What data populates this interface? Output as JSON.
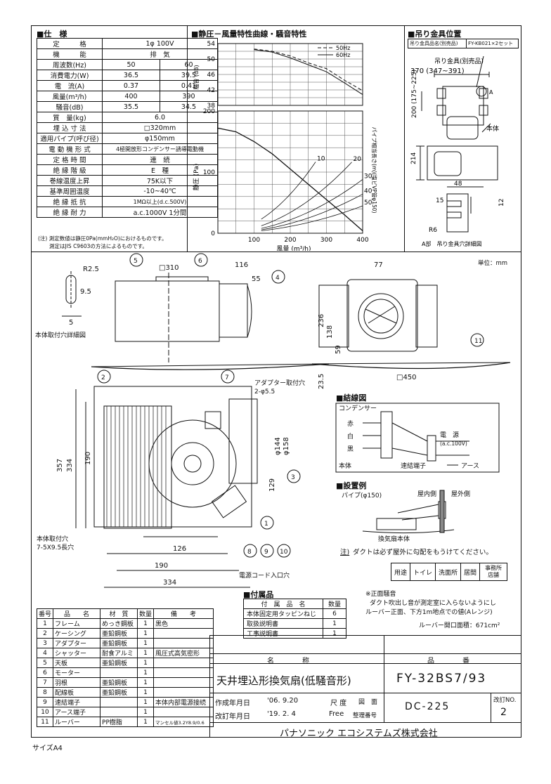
{
  "spec": {
    "title": "■仕　様",
    "rows": [
      {
        "k": "定　　　格",
        "v": "1φ 100V"
      },
      {
        "k": "機　　　能",
        "v": "排　気"
      },
      {
        "k": "周波数(Hz)",
        "a": "50",
        "b": "60"
      },
      {
        "k": "消費電力(W)",
        "a": "36.5",
        "b": "39.5"
      },
      {
        "k": "電　流(A)",
        "a": "0.37",
        "b": "0.41"
      },
      {
        "k": "風量(m³/h)",
        "a": "400",
        "b": "390"
      },
      {
        "k": "騒音(dB)",
        "a": "35.5",
        "b": "34.5"
      },
      {
        "k": "質　量(kg)",
        "v": "6.0"
      },
      {
        "k": "埋 込 寸 法",
        "v": "□320mm"
      },
      {
        "k": "適用パイプ(呼び径)",
        "v": "φ150mm"
      },
      {
        "k": "電 動 機 形 式",
        "v": "4極開放形コンデンサー誘導電動機"
      },
      {
        "k": "定 格 時 間",
        "v": "連　続"
      },
      {
        "k": "絶 縁 階 級",
        "v": "E　種"
      },
      {
        "k": "巻線温度上昇",
        "v": "75K以下"
      },
      {
        "k": "基準周囲温度",
        "v": "-10~40℃"
      },
      {
        "k": "絶 縁 抵 抗",
        "v": "1MΩ以上(d.c.500V)"
      },
      {
        "k": "絶 縁 耐 力",
        "v": "a.c.1000V 1分間"
      }
    ],
    "note1": "(注) 測定数値は静圧0Pa(mmH₂O)におけるものです。",
    "note2": "測定はJIS C9603の方法によるものです。"
  },
  "chart_title": "■静圧－風量特性曲線・騒音特性",
  "chart_data": [
    {
      "type": "line",
      "ylabel": "騒音 (dB)",
      "ylim": [
        38,
        54
      ],
      "yticks": [
        "54",
        "50",
        "46",
        "42",
        "38"
      ],
      "series": [
        {
          "name": "50Hz",
          "x": [
            100,
            150,
            200,
            250,
            300,
            350,
            400
          ],
          "y": [
            52.6,
            52,
            50.8,
            49,
            47.5,
            44.5,
            41.8
          ]
        },
        {
          "name": "60Hz",
          "x": [
            100,
            150,
            200,
            250,
            300,
            350,
            400
          ],
          "y": [
            52.4,
            51.8,
            50.3,
            48.5,
            46.7,
            43.8,
            40.8
          ]
        }
      ],
      "legend": [
        "50Hz",
        "60Hz"
      ]
    },
    {
      "type": "line",
      "ylabel": "静圧 (Pa)",
      "xlabel": "風量 (m³/h)",
      "xlim": [
        0,
        400
      ],
      "ylim": [
        0,
        200
      ],
      "xticks": [
        "100",
        "200",
        "300",
        "400"
      ],
      "yticks": [
        "200",
        "100",
        "0"
      ],
      "y2label": "パイプ相当長さ(m)(塩ビVP管φ150)",
      "series": [
        {
          "name": "fan",
          "x": [
            0,
            50,
            100,
            150,
            200,
            250,
            300,
            350,
            400
          ],
          "y": [
            172,
            166,
            150,
            130,
            105,
            80,
            55,
            30,
            4
          ]
        }
      ],
      "pipe_labels": [
        "50",
        "40",
        "30",
        "20",
        "10"
      ]
    }
  ],
  "hanger": {
    "title": "■吊り金具位置",
    "box_left": "吊り金具品名(別売品)",
    "box_right": "FY-KB021×2セット",
    "label_hanger": "吊り金具(別売品)",
    "dim_w": "370 (347~391)",
    "dim_h": "200 (175~225)",
    "label_a": "A",
    "label_body": "本体",
    "dim_214": "214",
    "dim_48": "48",
    "dim_15": "15",
    "dim_12": "12",
    "dim_r6": "R6",
    "detail": "A部　吊り金具穴詳細図"
  },
  "unit": "単位：mm",
  "drawing": {
    "r25": "R2.5",
    "d95": "9.5",
    "d5": "5",
    "hole_detail": "本体取付穴詳細図",
    "d310": "□310",
    "d116": "116",
    "d55": "55",
    "c1": "1",
    "c2": "2",
    "c3": "3",
    "c4": "4",
    "c5": "5",
    "c6": "6",
    "c7": "7",
    "c8": "8",
    "c9": "9",
    "c10": "10",
    "c11": "11",
    "d77": "77",
    "d236": "236",
    "d138": "138",
    "d59": "59",
    "d450": "□450",
    "d235": "23.5",
    "adapter": "アダプター取付穴",
    "adapter2": "2-φ5.5",
    "d334v": "334",
    "d357v": "357",
    "d190v": "190",
    "d144": "φ144",
    "d158": "φ158",
    "d129": "129",
    "mount": "本体取付穴",
    "mount2": "7-5X9.5長穴",
    "d126": "126",
    "d190": "190",
    "d334": "334",
    "d357": "357",
    "cord": "電源コード入口穴"
  },
  "wiring": {
    "title": "■結線図",
    "cond": "コンデンサー",
    "red": "赤",
    "white": "白",
    "black": "黒",
    "power": "電　源",
    "power2": "(a.c.100V)",
    "body": "本体",
    "term": "速結端子",
    "earth": "アース"
  },
  "install": {
    "title": "■設置例",
    "pipe": "パイプ(φ150)",
    "inside": "屋内側",
    "outside": "屋外側",
    "body": "換気扇本体",
    "note_u": "注)",
    "note": "ダクトは必ず屋外に勾配をもうけてください。"
  },
  "use": [
    "用途",
    "トイレ",
    "洗面所",
    "居間",
    "事務所店舗"
  ],
  "remark": {
    "t1": "※正面騒音",
    "t2": "ダクト吹出し音が測定室に入らないようにし",
    "t3": "ルーバー正面、下方1m地点での値(Aレンジ)",
    "t4": "ルーバー開口面積：671cm²"
  },
  "accessory": {
    "title": "■付属品",
    "head": [
      "付　属　品　名",
      "数量"
    ],
    "rows": [
      [
        "本体固定用タッピンねじ",
        "6"
      ],
      [
        "取扱説明書",
        "1"
      ],
      [
        "工事説明書",
        "1"
      ]
    ]
  },
  "parts": {
    "head": [
      "番号",
      "品　　名",
      "材　質",
      "数量",
      "備　　考"
    ],
    "rows": [
      [
        "1",
        "フレーム",
        "めっき鋼板",
        "1",
        "黒色"
      ],
      [
        "2",
        "ケーシング",
        "亜鉛鋼板",
        "1",
        ""
      ],
      [
        "3",
        "アダプター",
        "亜鉛鋼板",
        "1",
        ""
      ],
      [
        "4",
        "シャッター",
        "耐食アルミ",
        "1",
        "風圧式高気密形"
      ],
      [
        "5",
        "天板",
        "亜鉛鋼板",
        "1",
        ""
      ],
      [
        "6",
        "モーター",
        "",
        "1",
        ""
      ],
      [
        "7",
        "羽根",
        "亜鉛鋼板",
        "1",
        ""
      ],
      [
        "8",
        "配線板",
        "亜鉛鋼板",
        "1",
        ""
      ],
      [
        "9",
        "速結端子",
        "",
        "1",
        "本体内部電源接続"
      ],
      [
        "10",
        "アース端子",
        "",
        "1",
        ""
      ],
      [
        "11",
        "ルーバー",
        "PP樹脂",
        "1",
        "マンセル値3.2Y8.9/0.6"
      ]
    ]
  },
  "titleblock": {
    "name_h": "名　　　　称",
    "product_h": "品　　　　番",
    "name": "天井埋込形換気扇(低騒音形)",
    "product": "FY-32BS7/93",
    "created_l": "作成年月日",
    "created": "'06. 9.20",
    "scale_l": "尺 度",
    "scale": "",
    "fig_l": "図　面",
    "revised_l": "改訂年月日",
    "revised": "'19. 2. 4",
    "free": "Free",
    "ref_l": "整理番号",
    "dc": "DC-225",
    "rev_l": "改訂NO.",
    "rev": "2",
    "company": "パナソニック エコシステムズ株式会社"
  },
  "size": "サイズA4"
}
